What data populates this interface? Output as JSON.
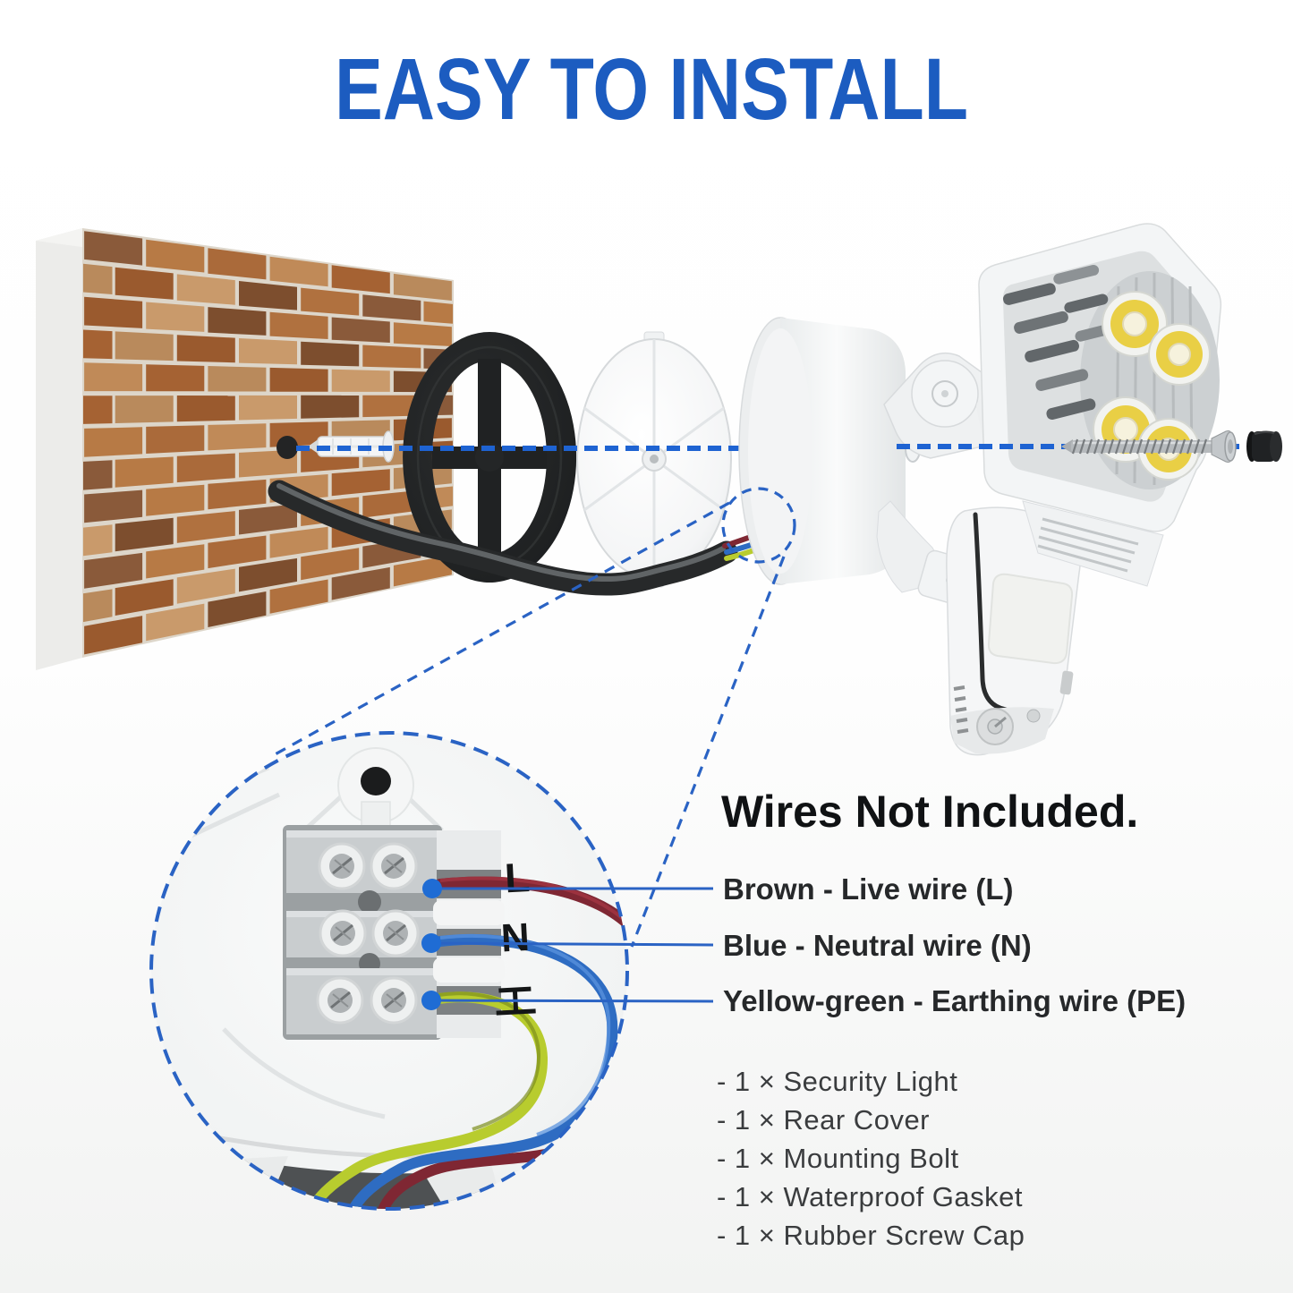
{
  "title": "EASY TO INSTALL",
  "colors": {
    "title_blue": "#1c5cc0",
    "dash_blue": "#1e63d2",
    "leader_blue": "#2a63c4",
    "dot_blue": "#1f6cd4",
    "wire_brown": "#7f2733",
    "wire_blue": "#2e6cc2",
    "wire_yellow_green": "#b8cc2e"
  },
  "terminal": {
    "labels": [
      "L",
      "N",
      "⏚"
    ]
  },
  "wires_section": {
    "heading": "Wires Not Included.",
    "labels": [
      "Brown - Live wire (L)",
      "Blue - Neutral wire (N)",
      "Yellow-green - Earthing wire (PE)"
    ]
  },
  "parts_list": [
    "- 1 × Security Light",
    "- 1 × Rear Cover",
    "- 1 × Mounting Bolt",
    "- 1 × Waterproof Gasket",
    "- 1 × Rubber Screw Cap"
  ]
}
